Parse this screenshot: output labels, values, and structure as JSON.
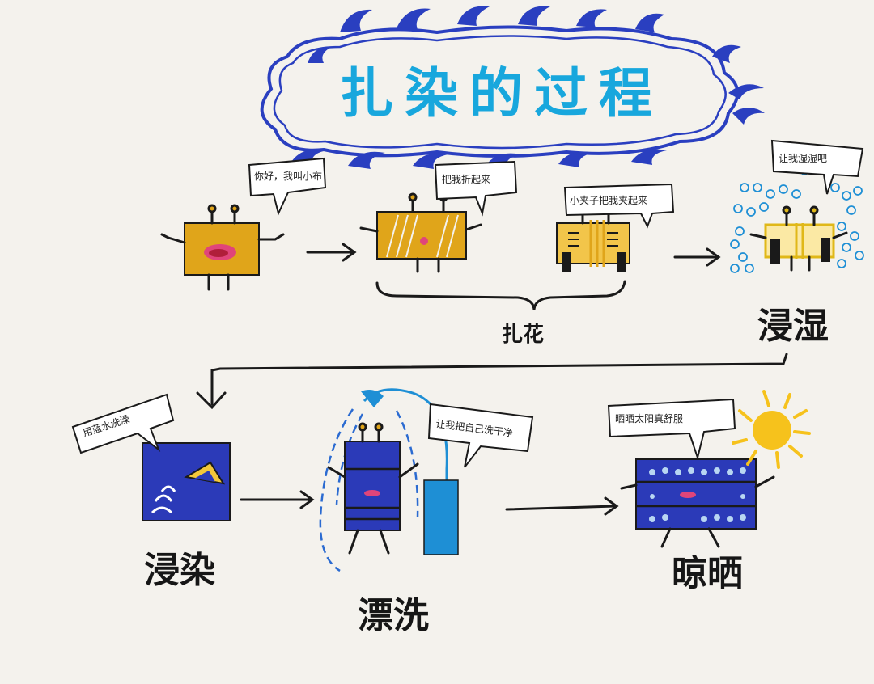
{
  "title": "扎染的过程",
  "steps": {
    "knot": "扎花",
    "soak": "浸湿",
    "dye": "浸染",
    "rinse": "漂洗",
    "dry": "晾晒"
  },
  "bubbles": {
    "hello": "你好，我叫小布",
    "fold": "把我折起来",
    "tie": "小夹子把我夹起来",
    "wet": "让我湿湿吧",
    "dye": "用蓝水洗澡",
    "rinse": "让我把自己洗干净",
    "sun": "晒晒太阳真舒服"
  },
  "colors": {
    "title_blue": "#18a7dd",
    "title_teal": "#1e8ea6",
    "wave_blue": "#2a3fc0",
    "cloth_yellow": "#e0a51a",
    "cloth_blue": "#2b3ab8",
    "water_blue": "#1e8fd5",
    "sun_yellow": "#f6c21c",
    "paper": "#f4f2ed",
    "ink": "#1a1a1a"
  }
}
